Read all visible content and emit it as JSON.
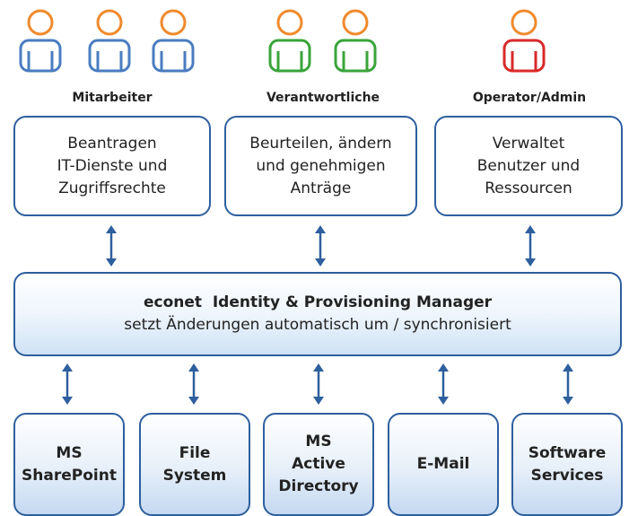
{
  "groups": {
    "mitarbeiter": {
      "label": "Mitarbeiter",
      "color": "#4a7cc0"
    },
    "verantwortliche": {
      "label": "Verantwortliche",
      "color": "#3aa43a"
    },
    "admin": {
      "label": "Operator/Admin",
      "color": "#d92a2a"
    }
  },
  "head_color": "#f08a2c",
  "roles": [
    {
      "line1": "Beantragen",
      "line2": "IT-Dienste und",
      "line3": "Zugriffsrechte"
    },
    {
      "line1": "Beurteilen, ändern",
      "line2": "und genehmigen",
      "line3": "Anträge"
    },
    {
      "line1": "Verwaltet",
      "line2": "Benutzer und",
      "line3": "Ressourcen"
    }
  ],
  "manager": {
    "title": "econet  Identity & Provisioning Manager",
    "subtitle": "setzt Änderungen automatisch um / synchronisiert"
  },
  "systems": [
    {
      "line1": "MS",
      "line2": "SharePoint"
    },
    {
      "line1": "File",
      "line2": "System"
    },
    {
      "line1": "MS",
      "line2": "Active",
      "line3": "Directory"
    },
    {
      "line1": "E-Mail"
    },
    {
      "line1": "Software",
      "line2": "Services"
    }
  ]
}
